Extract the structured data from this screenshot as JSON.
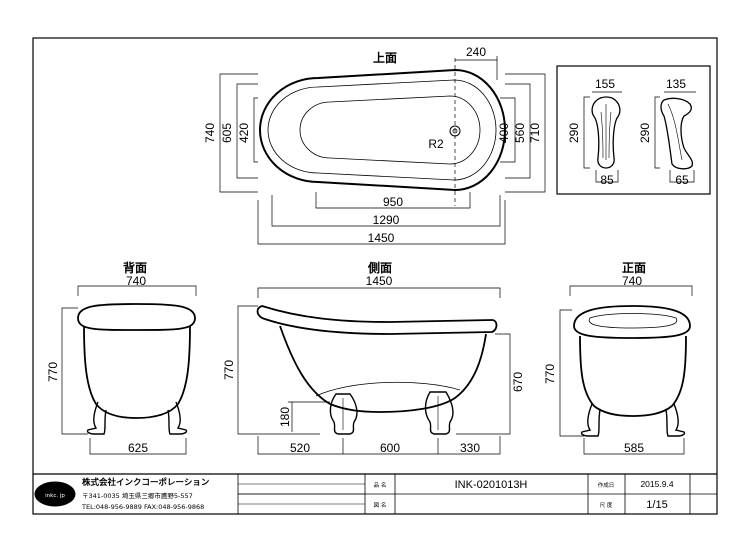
{
  "views": {
    "top": {
      "label": "上面",
      "dims": {
        "w240": "240",
        "h740": "740",
        "h605": "605",
        "h420": "420",
        "h400": "400",
        "h560": "560",
        "h710": "710",
        "radius": "R2",
        "w950": "950",
        "w1290": "1290",
        "w1450": "1450"
      }
    },
    "feet": {
      "w155": "155",
      "w135": "135",
      "h290a": "290",
      "h290b": "290",
      "w85": "85",
      "w65": "65"
    },
    "back": {
      "label": "背面",
      "w740": "740",
      "h770": "770",
      "w625": "625"
    },
    "side": {
      "label": "側面",
      "w1450": "1450",
      "h770": "770",
      "h670": "670",
      "h180": "180",
      "w520": "520",
      "w600": "600",
      "w330": "330"
    },
    "front": {
      "label": "正面",
      "w740": "740",
      "h770": "770",
      "w585": "585"
    }
  },
  "title_block": {
    "logo": "inkc. jp",
    "company": "株式会社インクコーポレーション",
    "address": "〒341-0035 埼玉県三郷市鷹野5-557",
    "tel_fax": "TEL:048-956-9889  FAX:048-956-9868",
    "product_name_label": "品 名",
    "product_name": "INK-0201013H",
    "drawing_name_label": "図 名",
    "drawing_name": "",
    "date_label": "作成日",
    "date": "2015.9.4",
    "scale_label": "尺 度",
    "scale": "1/15"
  }
}
